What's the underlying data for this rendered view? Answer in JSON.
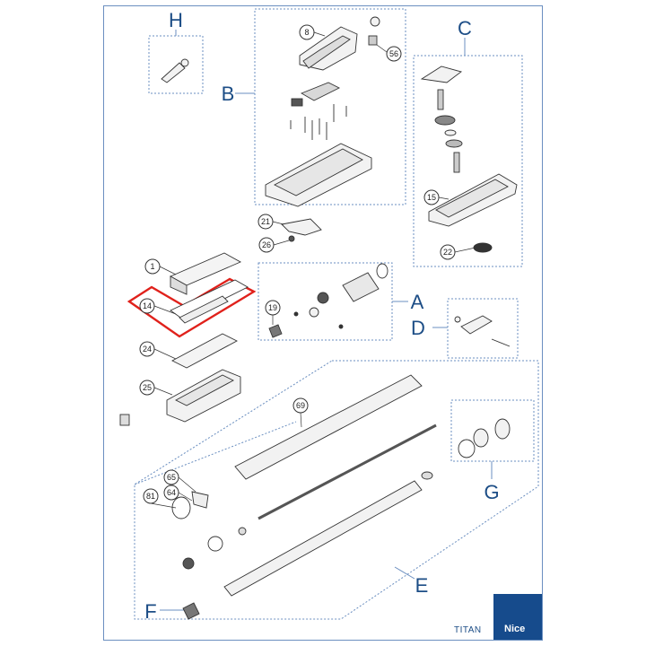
{
  "group_labels": {
    "A": "A",
    "B": "B",
    "C": "C",
    "D": "D",
    "E": "E",
    "F": "F",
    "G": "G",
    "H": "H"
  },
  "part_numbers": {
    "p1": "1",
    "p8": "8",
    "p14": "14",
    "p15": "15",
    "p19": "19",
    "p21": "21",
    "p22": "22",
    "p24": "24",
    "p25": "25",
    "p26": "26",
    "p56": "56",
    "p64": "64",
    "p65": "65",
    "p69": "69",
    "p81": "81"
  },
  "footer": {
    "model": "TITAN",
    "brand": "Nice"
  },
  "colors": {
    "label_blue": "#1c4d86",
    "frame_blue": "#6b8fc0",
    "highlight_red": "#e0211b",
    "brand_bg": "#164b8c"
  }
}
